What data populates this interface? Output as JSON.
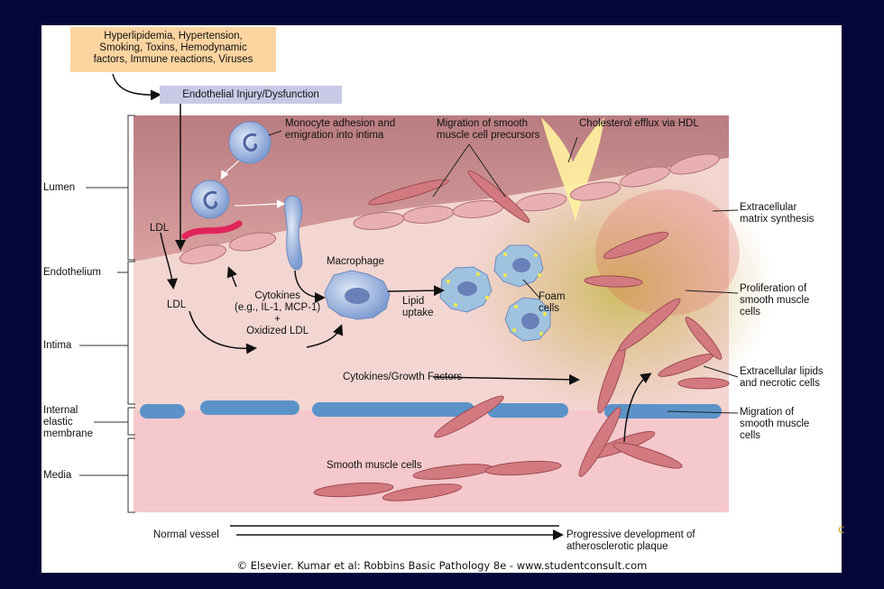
{
  "risk_factors": "Hyperlipidemia, Hypertension,\nSmoking, Toxins, Hemodynamic\nfactors, Immune reactions, Viruses",
  "injury": "Endothelial Injury/Dysfunction",
  "left_labels": {
    "lumen": "Lumen",
    "endothelium": "Endothelium",
    "intima": "Intima",
    "internal_elastic_membrane": "Internal\nelastic\nmembrane",
    "media": "Media"
  },
  "top_labels": {
    "monocyte": "Monocyte adhesion and\nemigration into intima",
    "migration_precursors": "Migration of smooth\nmuscle cell precursors",
    "cholesterol_efflux": "Cholesterol efflux via HDL"
  },
  "inner_labels": {
    "ldl_top": "LDL",
    "ldl_lower": "LDL",
    "macrophage": "Macrophage",
    "lipid_uptake": "Lipid\nuptake",
    "foam_cells": "Foam\ncells",
    "cytokines": "Cytokines\n(e.g., IL-1, MCP-1)\n+\nOxidized LDL",
    "cytokines_growth": "Cytokines/Growth Factors",
    "smooth_muscle_cells": "Smooth muscle cells"
  },
  "right_labels": {
    "ecm": "Extracellular\nmatrix synthesis",
    "proliferation": "Proliferation of\nsmooth muscle\ncells",
    "extracellular_lipids": "Extracellular lipids\nand necrotic cells",
    "migration": "Migration of\nsmooth muscle\ncells"
  },
  "bottom": {
    "normal_vessel": "Normal vessel",
    "progressive": "Progressive development of\natherosclerotic plaque"
  },
  "copyright": "© Elsevier. Kumar et al: Robbins Basic Pathology 8e - www.studentconsult.com",
  "edge_mark": "c",
  "colors": {
    "background": "#05053a",
    "risk_box": "#fbd4a0",
    "injury_box": "#c9c9e7",
    "lumen": "#c98b8e",
    "intima": "#f3d6d2",
    "media": "#f4c8cc",
    "elastic_membrane": "#5b93c9",
    "muscle_cell": "#d27a80",
    "monocyte": "#9ab3dc",
    "plaque": "#c8c060",
    "lesion": "#e0245a"
  }
}
